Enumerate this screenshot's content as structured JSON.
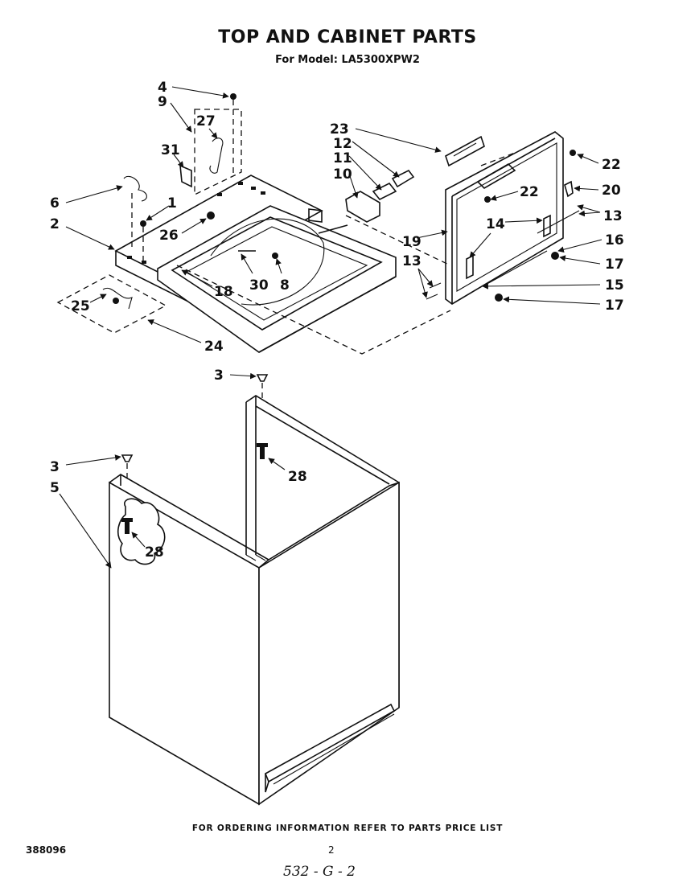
{
  "title": "TOP AND CABINET  PARTS",
  "subtitle": "For Model: LA5300XPW2",
  "footer": "FOR ORDERING INFORMATION REFER TO PARTS PRICE LIST",
  "doc_number": "388096",
  "page_number": "2",
  "handwritten_note": "532 - G - 2",
  "callouts": {
    "c4": "4",
    "c9": "9",
    "c27": "27",
    "c31": "31",
    "c6": "6",
    "c1": "1",
    "c2": "2",
    "c26": "26",
    "c30": "30",
    "c8": "8",
    "c18": "18",
    "c25": "25",
    "c24": "24",
    "c23": "23",
    "c12": "12",
    "c11": "11",
    "c10": "10",
    "c22a": "22",
    "c22b": "22",
    "c20": "20",
    "c13a": "13",
    "c14": "14",
    "c16": "16",
    "c19": "19",
    "c13b": "13",
    "c17a": "17",
    "c15": "15",
    "c17b": "17",
    "c3a": "3",
    "c28a": "28",
    "c3b": "3",
    "c5": "5",
    "c28b": "28"
  }
}
